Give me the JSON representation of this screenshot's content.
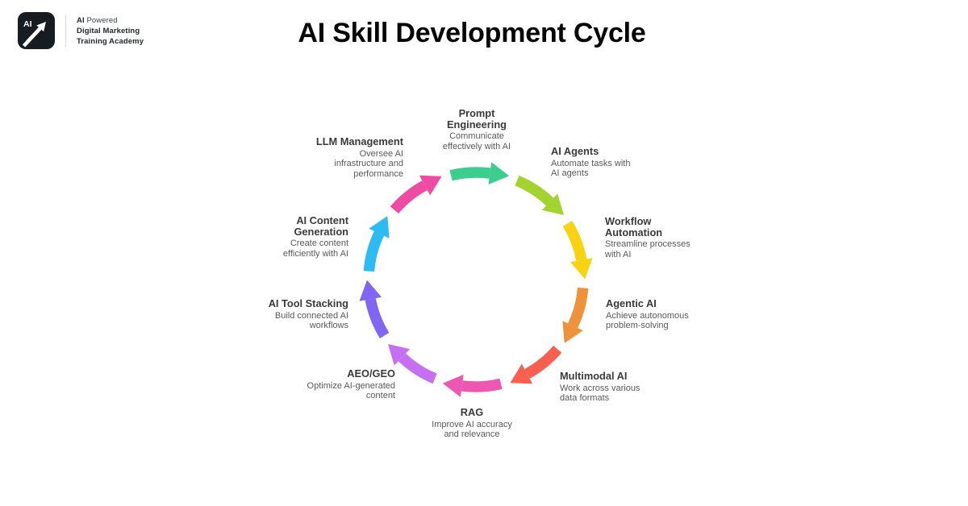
{
  "header": {
    "title": "AI Skill Development Cycle",
    "logo": {
      "badge_text": "AI",
      "brand_bold": "AI",
      "brand_rest": " Powered",
      "brand_line2": "Digital Marketing",
      "brand_line3": "Training Academy"
    }
  },
  "cycle": {
    "items": [
      {
        "title": "Prompt\nEngineering",
        "desc": "Communicate\neffectively with AI",
        "color": "#3CCE8F"
      },
      {
        "title": "AI Agents",
        "desc": "Automate tasks with\nAI agents",
        "color": "#A2D331"
      },
      {
        "title": "Workflow\nAutomation",
        "desc": "Streamline processes\nwith AI",
        "color": "#F9D312"
      },
      {
        "title": "Agentic AI",
        "desc": "Achieve autonomous\nproblem-solving",
        "color": "#EF923C"
      },
      {
        "title": "Multimodal AI",
        "desc": "Work across various\ndata formats",
        "color": "#F7604F"
      },
      {
        "title": "RAG",
        "desc": "Improve AI accuracy\nand relevance",
        "color": "#EE57B1"
      },
      {
        "title": "AEO/GEO",
        "desc": "Optimize AI-generated\ncontent",
        "color": "#C66FF2"
      },
      {
        "title": "AI Tool Stacking",
        "desc": "Build connected AI\nworkflows",
        "color": "#8066F2"
      },
      {
        "title": "AI Content\nGeneration",
        "desc": "Create content\nefficiently with AI",
        "color": "#2CBBF2"
      },
      {
        "title": "LLM Management",
        "desc": "Oversee AI\ninfrastructure and\nperformance",
        "color": "#EF4AA4"
      }
    ]
  }
}
